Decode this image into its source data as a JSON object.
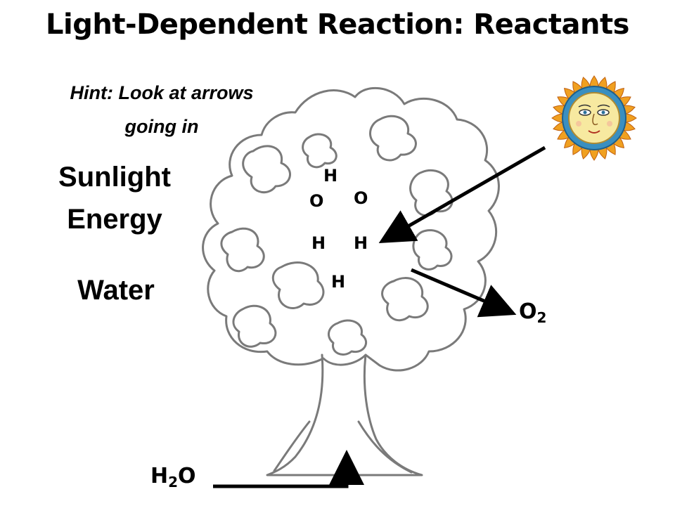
{
  "title": "Light-Dependent Reaction: Reactants",
  "hint": {
    "line1": "Hint: Look at arrows",
    "line2": "going in"
  },
  "labels": {
    "sunlight_line1": "Sunlight",
    "sunlight_line2": "Energy",
    "water": "Water"
  },
  "atoms": {
    "h_top": "H",
    "o_left": "O",
    "o_right": "O",
    "h_mid_left": "H",
    "h_mid_right": "H",
    "h_bottom": "H"
  },
  "formulas": {
    "oxygen_symbol": "O",
    "oxygen_sub": "2",
    "water_symbol_1": "H",
    "water_sub": "2",
    "water_symbol_2": "O"
  },
  "colors": {
    "tree_outline": "#7a7a7a",
    "arrow": "#000000",
    "sun_rays": "#f0a020",
    "sun_face": "#f7e9a0"
  },
  "icons": [
    "tree-outline-icon",
    "sun-face-icon"
  ]
}
